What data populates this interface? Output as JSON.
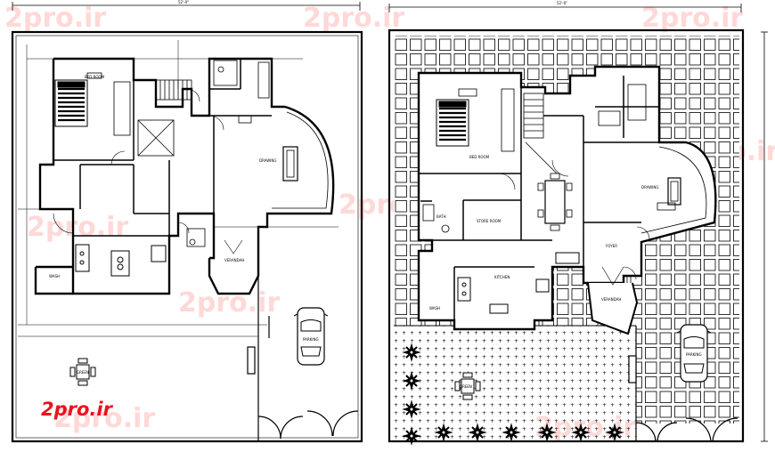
{
  "logo": {
    "text": "2pro.ir",
    "color": "#e8141c"
  },
  "watermark": {
    "text": "2pro.ir",
    "color": "#ffd8d8"
  },
  "left_plan": {
    "dim_top": "52'-0\"",
    "rooms": {
      "bed_room": "BED ROOM",
      "drawing": "DRAWING",
      "verandah": "VERANDAH",
      "wash": "WASH",
      "parking": "PARKING",
      "green": "GREEN"
    }
  },
  "right_plan": {
    "dim_top": "52'-0\"",
    "rooms": {
      "bed_room": "BED ROOM",
      "drawing": "DRAWING",
      "bath": "BATH",
      "store_room": "STORE ROOM",
      "kitchen": "KITCHEN",
      "foyer": "FOYER",
      "verandah": "VERANDAH",
      "wash": "WASH",
      "parking": "PARKING",
      "green": "GREEN"
    }
  }
}
